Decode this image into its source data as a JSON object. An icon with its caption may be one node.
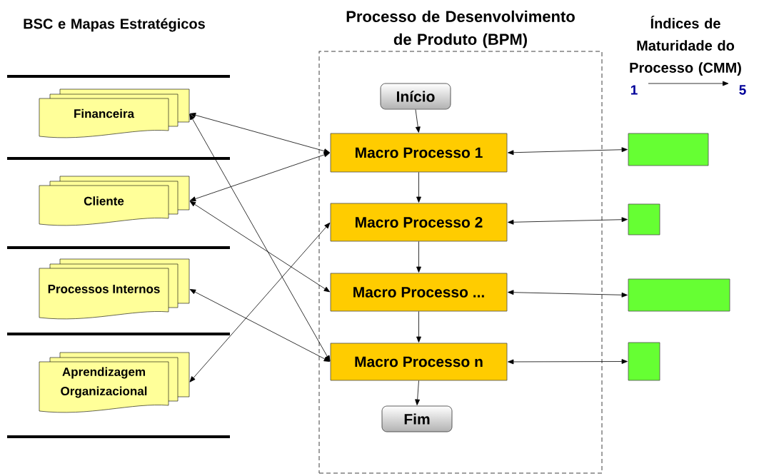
{
  "diagram": {
    "nodes": [
      {
        "text": [
          "Processo de Desenvolvimento de Produto (BPM)"
        ]
      },
      {
        "text": [
          "Financeira"
        ]
      },
      {
        "text": [
          "Cliente"
        ]
      },
      {
        "text": [
          "Processos Internos"
        ]
      },
      {
        "text": [
          "Aprendizagem Organizacional"
        ]
      },
      {
        "text": [
          "Início"
        ],
        "in": 0
      },
      {
        "text": [
          "Macro Processo 1"
        ],
        "in": 0
      },
      {
        "text": [
          "Macro Processo 2"
        ],
        "in": 0
      },
      {
        "text": [
          "Macro Processo ..."
        ],
        "in": 0
      },
      {
        "text": [
          "Macro Processo n"
        ],
        "in": 0
      },
      {
        "text": [
          "Fim"
        ],
        "in": 0
      },
      {
        "text": [],
        "shape": "bar"
      },
      {
        "text": [],
        "shape": "bar"
      },
      {
        "text": [],
        "shape": "bar"
      },
      {
        "text": [],
        "shape": "bar"
      }
    ],
    "edges": [
      {
        "from": 5,
        "to": 6,
        "arrow": "to"
      },
      {
        "from": 6,
        "to": 7,
        "arrow": "to"
      },
      {
        "from": 7,
        "to": 8,
        "arrow": "to"
      },
      {
        "from": 8,
        "to": 9,
        "arrow": "to"
      },
      {
        "from": 9,
        "to": 10,
        "arrow": "to"
      },
      {
        "from": 1,
        "to": 6,
        "arrow": "both"
      },
      {
        "from": 1,
        "to": 9,
        "arrow": "both"
      },
      {
        "from": 2,
        "to": 6,
        "arrow": "both"
      },
      {
        "from": 2,
        "to": 8,
        "arrow": "both"
      },
      {
        "from": 3,
        "to": 9,
        "arrow": "both"
      },
      {
        "from": 4,
        "to": 7,
        "arrow": "both"
      },
      {
        "from": 6,
        "to": 11,
        "arrow": "both"
      },
      {
        "from": 7,
        "to": 12,
        "arrow": "both"
      },
      {
        "from": 8,
        "to": 13,
        "arrow": "both"
      },
      {
        "from": 9,
        "to": 14,
        "arrow": "both"
      }
    ],
    "labels": [
      "BSC e Mapas Estratégicos",
      "Índices de Maturidade do Processo (CMM)",
      "1",
      "5"
    ]
  }
}
